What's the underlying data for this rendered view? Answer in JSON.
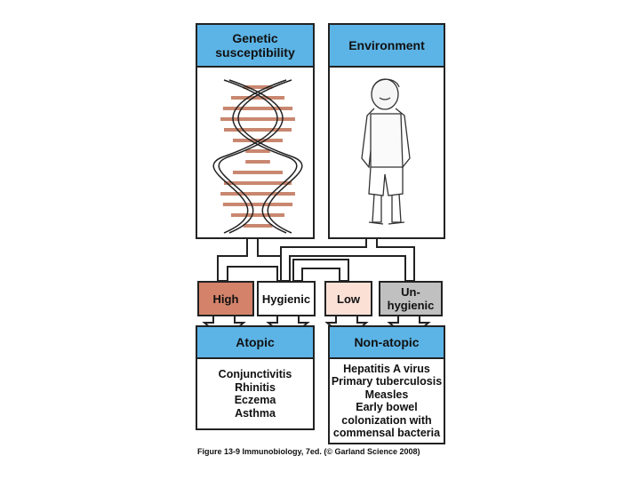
{
  "top": {
    "genetic": {
      "title": "Genetic\nsusceptibility"
    },
    "environment": {
      "title": "Environment"
    }
  },
  "factors": {
    "high": {
      "label": "High",
      "color": "#d4826a"
    },
    "hygienic": {
      "label": "Hygienic",
      "color": "#ffffff"
    },
    "low": {
      "label": "Low",
      "color": "#fbe0d6"
    },
    "unhygienic": {
      "label": "Un-\nhygienic",
      "color": "#c0c0c0"
    }
  },
  "outcomes": {
    "atopic": {
      "title": "Atopic",
      "items": [
        "Conjunctivitis",
        "Rhinitis",
        "Eczema",
        "Asthma"
      ]
    },
    "non_atopic": {
      "title": "Non-atopic",
      "items": [
        "Hepatitis A virus",
        "Primary tuberculosis",
        "Measles",
        "Early bowel",
        "colonization with",
        "commensal bacteria"
      ]
    }
  },
  "caption": "Figure 13-9 Immunobiology, 7ed. (© Garland Science 2008)",
  "colors": {
    "header_blue": "#5cb4e6",
    "dna_rung": "#c9876f",
    "outline": "#222222"
  }
}
